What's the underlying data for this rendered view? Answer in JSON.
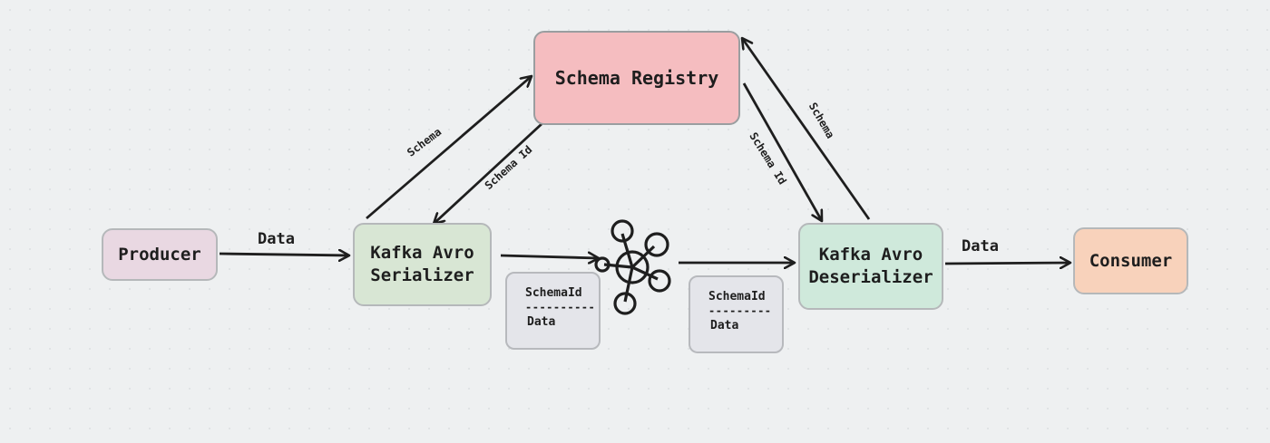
{
  "nodes": {
    "producer": "Producer",
    "serializer": "Kafka Avro\nSerializer",
    "registry": "Schema Registry",
    "deserializer": "Kafka Avro\nDeserializer",
    "consumer": "Consumer"
  },
  "edge_labels": {
    "producer_to_serializer": "Data",
    "serializer_to_registry": "Schema",
    "registry_to_serializer": "Schema Id",
    "registry_to_deserializer": "Schema Id",
    "deserializer_to_registry": "Schema",
    "deserializer_to_consumer": "Data"
  },
  "messages": [
    {
      "id_label": "SchemaId",
      "separator": "----------",
      "data_label": "Data"
    },
    {
      "id_label": "SchemaId",
      "separator": "---------",
      "data_label": "Data"
    }
  ],
  "icons": {
    "kafka": "kafka-cluster-icon"
  },
  "colors": {
    "background": "#eef0f1",
    "producer": "#e9d8e2",
    "serializer": "#d8e6d4",
    "registry": "#f5bdc0",
    "deserializer": "#cfe9db",
    "consumer": "#f8d2bb",
    "message": "#e4e5ea"
  }
}
